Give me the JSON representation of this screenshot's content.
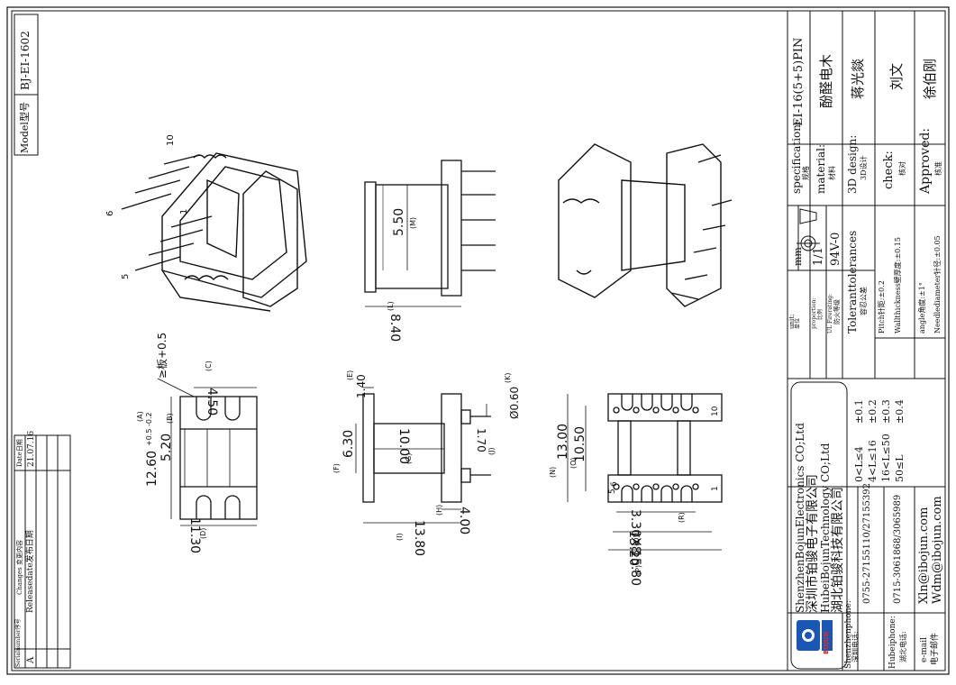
{
  "model_block": {
    "label": "Model型号",
    "value": "BJ-EI-1602"
  },
  "revision_table": {
    "headers": {
      "serial": "Serialnumber序号",
      "changes": "Changes 变更内容",
      "date": "Date日期"
    },
    "rows": [
      {
        "serial": "A",
        "changes": "Releasedate发布日期",
        "date": "21.07.16"
      }
    ]
  },
  "title_block": {
    "specification": {
      "label": "specification:",
      "label_cn": "规格",
      "value": "EI-16(5+5)PIN"
    },
    "material": {
      "label": "material:",
      "label_cn": "材料",
      "value": "酚醛电木"
    },
    "design": {
      "label": "3D design:",
      "label_cn": "3D设计",
      "value": "蒋光燚"
    },
    "check": {
      "label": "check:",
      "label_cn": "核对",
      "value": "刘文"
    },
    "approved": {
      "label": "Approved:",
      "label_cn": "核准",
      "value": "徐伯刚"
    },
    "unit": {
      "label": "unit:",
      "label_cn": "单位",
      "value": "mm"
    },
    "proportion": {
      "label": "proportion:",
      "label_cn": "比例",
      "value": "1/1"
    },
    "fire": {
      "label": "UL Firerating:",
      "label_cn": "防火等级",
      "value": "94V-0"
    },
    "tolerances": {
      "title": "Toleranttolerances",
      "title_cn": "容忍公差",
      "ranges": [
        "0<L≤4",
        "4<L≤16",
        "16<L≤50",
        "50≤L"
      ],
      "values": [
        "±0.1",
        "±0.2",
        "±0.3",
        "±0.4"
      ],
      "notes": [
        "Pitch针距:±0.2",
        "Wallthickness壁厚度:±0.15",
        "angle角度:±1°",
        "Needlediameter针径:±0.05"
      ]
    },
    "company": {
      "shenzhen_en": "ShenzhenBojunElectronics CO;Ltd",
      "shenzhen_cn": "深圳市铂骏电子有限公司",
      "hubei_en": "HubeiBojunTechnology CO;Ltd",
      "hubei_cn": "湖北铂骏科技有限公司"
    },
    "contacts": {
      "shenzhen_label": "Shenzhenphone:",
      "shenzhen_label_cn": "深圳电话:",
      "shenzhen_value": "0755-27155110/27155392",
      "hubei_label": "Hubeiphone:",
      "hubei_label_cn": "湖北电话:",
      "hubei_value": "0715-3061868/3065989",
      "email_label": "e-mail",
      "email_label_cn": "电子邮件",
      "email_1": "Xln@ibojun.com",
      "email_2": "Wdm@ibojun.com"
    },
    "logo": "BOJUN"
  },
  "drawing": {
    "iso_pins": [
      "10",
      "6",
      "1",
      "5"
    ],
    "side_view": {
      "dim_m": "5.50",
      "m": "(M)",
      "dim_l": "8.40",
      "l": "(L)"
    },
    "top_view": {
      "dim_c": "4.50",
      "c": "(C)",
      "dim_a": "12.60",
      "a": "(A)",
      "a_tol": "+0.5 -0.2",
      "dim_b": "5.20",
      "b": "(B)",
      "dim_d": "11.30",
      "d": "(D)",
      "note": "≥板+0.5"
    },
    "front_view": {
      "dim_e": "1.40",
      "e": "(E)",
      "dim_f": "6.30",
      "f": "(F)",
      "dim_g": "10.00",
      "g": "(G)",
      "dim_h": "4.00",
      "h": "(H)",
      "dim_i": "13.80",
      "i": "(I)",
      "dim_j": "1.70",
      "j": "(J)",
      "dim_k": "Ø0.60",
      "k": "(K)"
    },
    "bottom_view": {
      "dim_n": "13.00",
      "n": "(N)",
      "dim_o": "10.50",
      "o": "(O)",
      "dim_r": "3.30X8",
      "r": "(R)",
      "dim_q": "13.20",
      "q": "(Q)",
      "dim_p": "15.80",
      "p": "(P)",
      "pin_labels": [
        "10",
        "6",
        "5",
        "1"
      ]
    }
  }
}
